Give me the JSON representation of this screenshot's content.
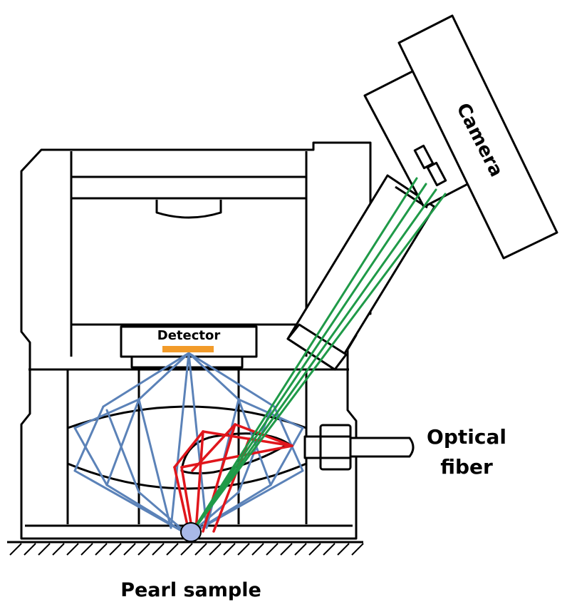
{
  "labels": {
    "camera": "Camera",
    "detector": "Detector",
    "optical_fiber_line1": "Optical",
    "optical_fiber_line2": "fiber",
    "pearl_sample": "Pearl sample"
  },
  "colors": {
    "outline": "#000000",
    "housing_fill": "#ffffff",
    "detector": "#f29b2a",
    "sample": "#a8b8e8",
    "rays_blue": "#5b82b8",
    "rays_red": "#e0161c",
    "rays_green": "#1f9a48"
  }
}
